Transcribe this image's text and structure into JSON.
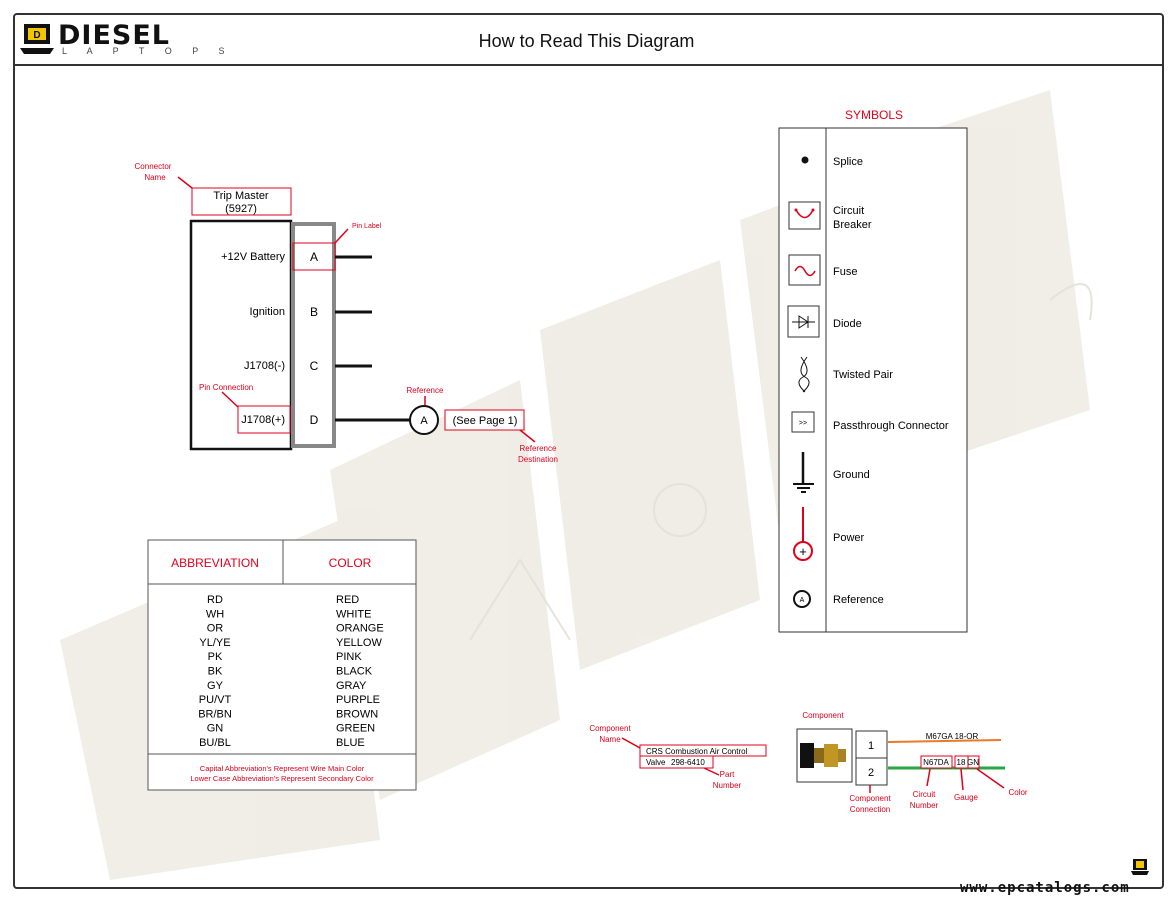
{
  "brand": {
    "name": "DIESEL",
    "tagline": "L A P T O P S"
  },
  "page_title": "How to Read This Diagram",
  "connector": {
    "callout_name": [
      "Connector",
      "Name"
    ],
    "name_line1": "Trip Master",
    "name_line2": "(5927)",
    "callout_pin_label": "Pin Label",
    "callout_pin_connection": "Pin Connection",
    "pins": [
      {
        "label": "+12V Battery",
        "letter": "A"
      },
      {
        "label": "Ignition",
        "letter": "B"
      },
      {
        "label": "J1708(-)",
        "letter": "C"
      },
      {
        "label": "J1708(+)",
        "letter": "D"
      }
    ],
    "callout_reference": "Reference",
    "reference_letter": "A",
    "reference_destination": "(See Page 1)",
    "callout_reference_destination": [
      "Reference",
      "Destination"
    ]
  },
  "symbols": {
    "title": "SYMBOLS",
    "items": [
      {
        "icon": "splice-icon",
        "label": [
          "Splice"
        ]
      },
      {
        "icon": "circuit-breaker-icon",
        "label": [
          "Circuit",
          "Breaker"
        ]
      },
      {
        "icon": "fuse-icon",
        "label": [
          "Fuse"
        ]
      },
      {
        "icon": "diode-icon",
        "label": [
          "Diode"
        ]
      },
      {
        "icon": "twisted-pair-icon",
        "label": [
          "Twisted Pair"
        ]
      },
      {
        "icon": "passthrough-connector-icon",
        "label": [
          "Passthrough Connector"
        ],
        "glyph": ">>"
      },
      {
        "icon": "ground-icon",
        "label": [
          "Ground"
        ]
      },
      {
        "icon": "power-icon",
        "label": [
          "Power"
        ],
        "glyph": "+"
      },
      {
        "icon": "reference-icon",
        "label": [
          "Reference"
        ],
        "glyph": "A"
      }
    ]
  },
  "abbreviations": {
    "header_abbr": "ABBREVIATION",
    "header_color": "COLOR",
    "rows": [
      [
        "RD",
        "RED"
      ],
      [
        "WH",
        "WHITE"
      ],
      [
        "OR",
        "ORANGE"
      ],
      [
        "YL/YE",
        "YELLOW"
      ],
      [
        "PK",
        "PINK"
      ],
      [
        "BK",
        "BLACK"
      ],
      [
        "GY",
        "GRAY"
      ],
      [
        "PU/VT",
        "PURPLE"
      ],
      [
        "BR/BN",
        "BROWN"
      ],
      [
        "GN",
        "GREEN"
      ],
      [
        "BU/BL",
        "BLUE"
      ]
    ],
    "note_line1": "Capital Abbreviation's Represent Wire Main Color",
    "note_line2": "Lower Case Abbreviation's Represent Secondary Color"
  },
  "component_example": {
    "callout_component_name": [
      "Component",
      "Name"
    ],
    "component_name_line1": "CRS Combustion Air Control",
    "component_name_line2_prefix": "Valve",
    "part_number": "298-6410",
    "callout_part_number": [
      "Part",
      "Number"
    ],
    "callout_component": "Component",
    "pins": [
      "1",
      "2"
    ],
    "wire1_label": "M67GA 18-OR",
    "circuit_number": "N67DA",
    "gauge": "18",
    "color_code": "GN",
    "callout_component_connection": [
      "Component",
      "Connection"
    ],
    "callout_circuit_number": [
      "Circuit",
      "Number"
    ],
    "callout_gauge": "Gauge",
    "callout_color": "Color"
  },
  "footer": {
    "url": "www.epcatalogs.com"
  },
  "colors": {
    "callout_red": "#e0001b",
    "wire_orange": "#e87a2a",
    "wire_green": "#27a844",
    "accent_yellow": "#f2c500",
    "watermark": "#e9e6dc"
  }
}
